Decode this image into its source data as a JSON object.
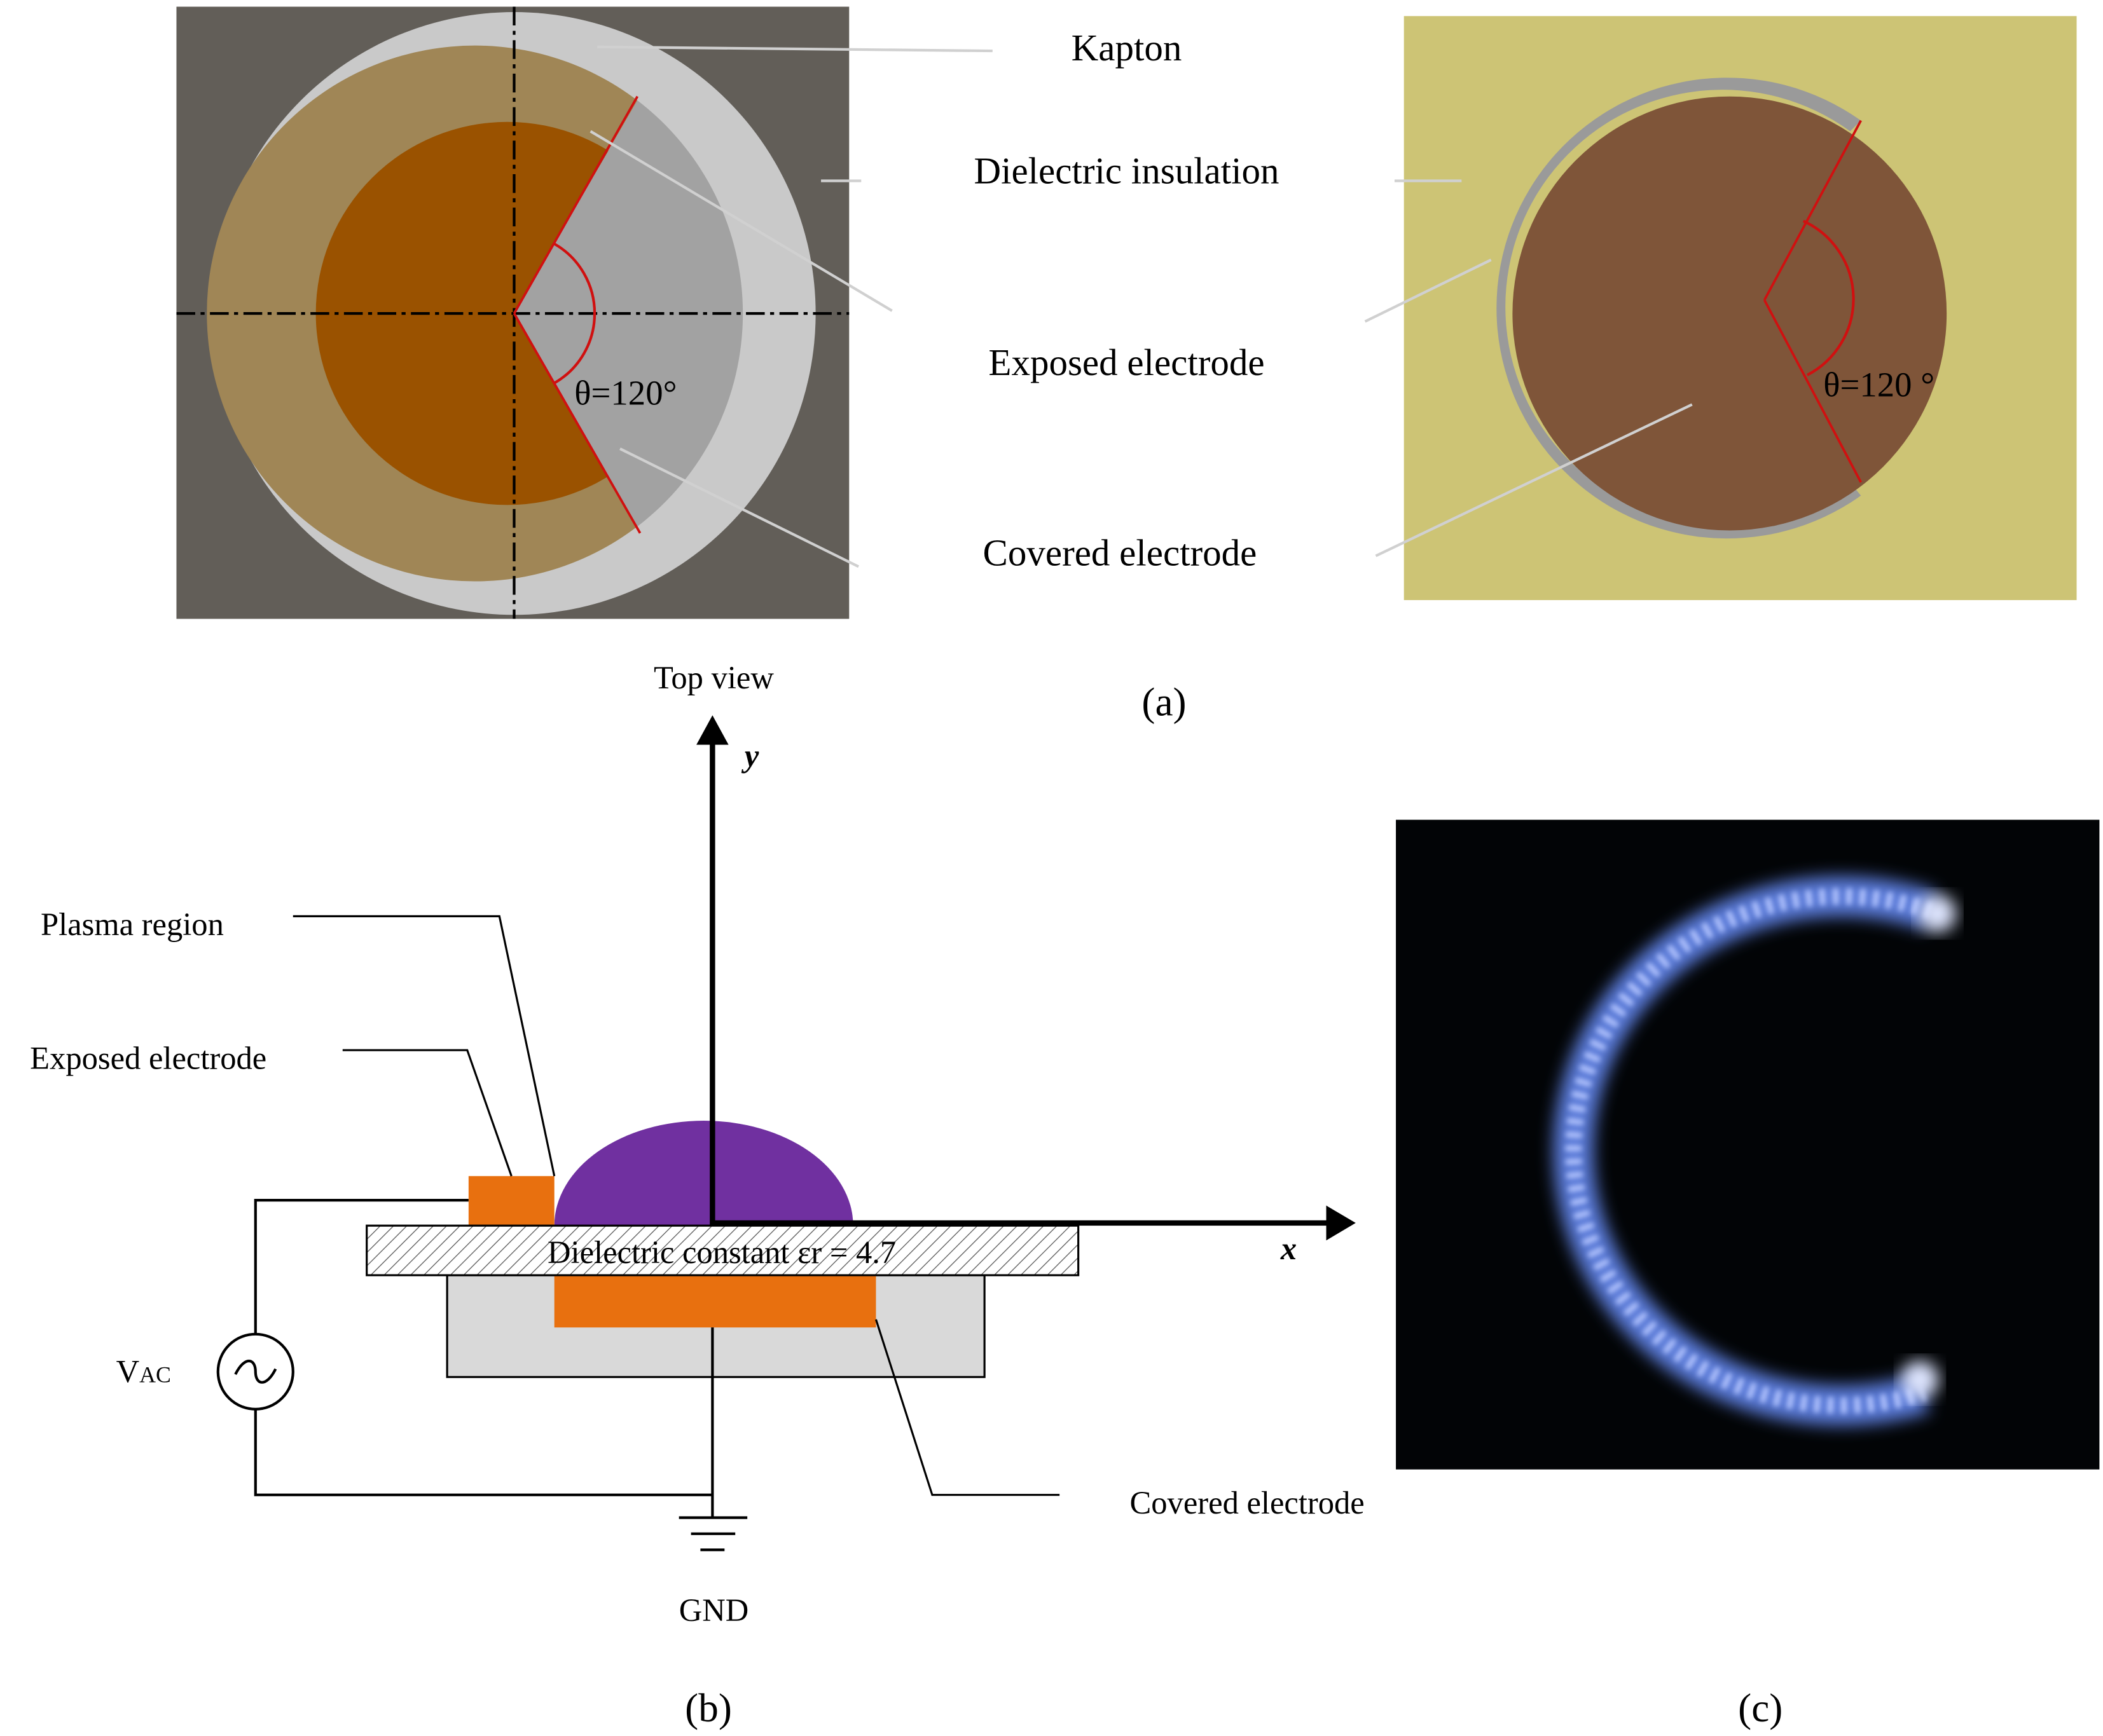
{
  "panel_a": {
    "labels": {
      "kapton": "Kapton",
      "dielectric_insulation": "Dielectric insulation",
      "exposed_electrode": "Exposed electrode",
      "covered_electrode": "Covered electrode"
    },
    "angle_left": "θ=120°",
    "angle_right": "θ=120 °",
    "top_view": "Top view",
    "caption": "(a)"
  },
  "panel_b": {
    "y_axis": "y",
    "x_axis": "x",
    "plasma_region": "Plasma region",
    "exposed_electrode": "Exposed electrode",
    "covered_electrode": "Covered electrode",
    "dielectric": "Dielectric constant εr = 4.7",
    "source": "VAC",
    "source_sub": "AC",
    "source_main": "V",
    "ground": "GND",
    "caption": "(b)"
  },
  "panel_c": {
    "caption": "(c)"
  },
  "colors": {
    "background_left": "#625e58",
    "kapton": "#c9c9c9",
    "covered_ring": "#a08656",
    "exposed_left": "#9a5200",
    "background_right": "#cdc475",
    "electrode_right": "#7f5539",
    "orange": "#e8700f",
    "plasma": "#7030a0",
    "substrate": "#d9d9d9",
    "angle_line": "#d01010"
  }
}
